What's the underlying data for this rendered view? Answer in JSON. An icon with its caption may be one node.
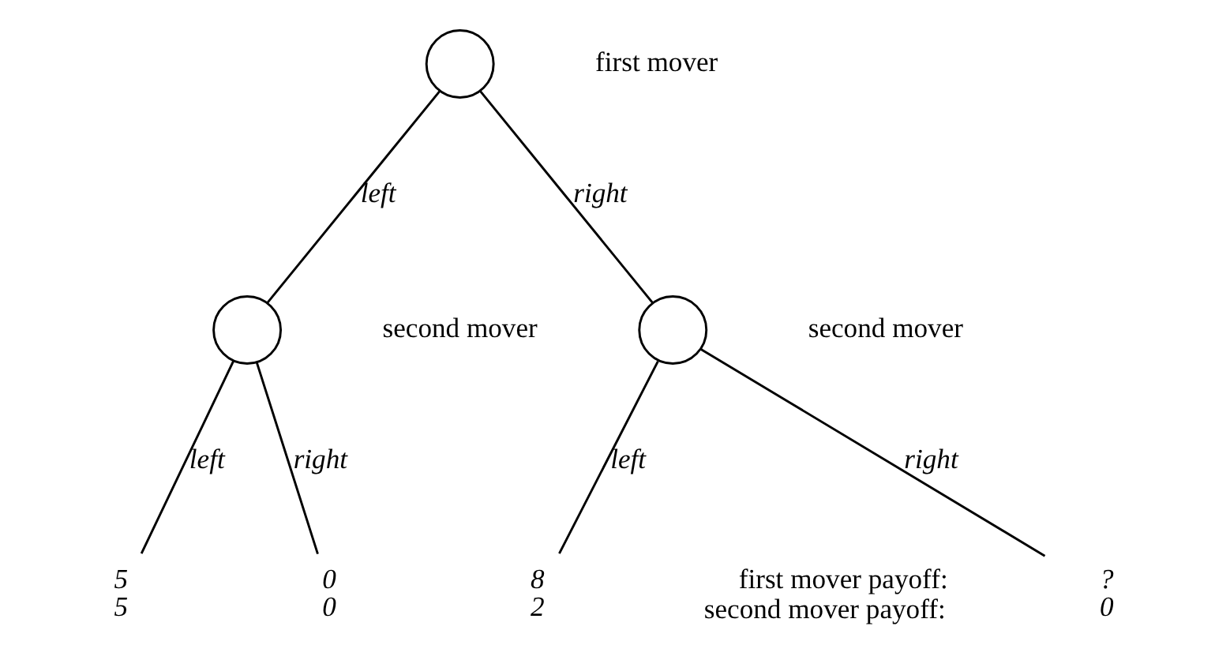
{
  "diagram": {
    "nodes": [
      {
        "text": [],
        "shape": "circle",
        "beside": [
          "first mover"
        ]
      },
      {
        "text": [],
        "shape": "circle",
        "beside": [
          "second mover"
        ]
      },
      {
        "text": [],
        "shape": "circle",
        "beside": [
          "second mover"
        ]
      },
      {
        "text": [
          "5",
          "5"
        ]
      },
      {
        "text": [
          "0",
          "0"
        ]
      },
      {
        "text": [
          "8",
          "2"
        ]
      },
      {
        "text": [
          "?",
          "0"
        ]
      }
    ],
    "edges": [
      {
        "from": 0,
        "to": 1,
        "arrow": "none",
        "label": "left"
      },
      {
        "from": 0,
        "to": 2,
        "arrow": "none",
        "label": "right"
      },
      {
        "from": 1,
        "to": 3,
        "arrow": "none",
        "label": "left"
      },
      {
        "from": 1,
        "to": 4,
        "arrow": "none",
        "label": "right"
      },
      {
        "from": 2,
        "to": 5,
        "arrow": "none",
        "label": "left"
      },
      {
        "from": 2,
        "to": 6,
        "arrow": "none",
        "label": "right"
      }
    ],
    "labels": [
      "first mover payoff:",
      "second mover payoff:"
    ]
  }
}
